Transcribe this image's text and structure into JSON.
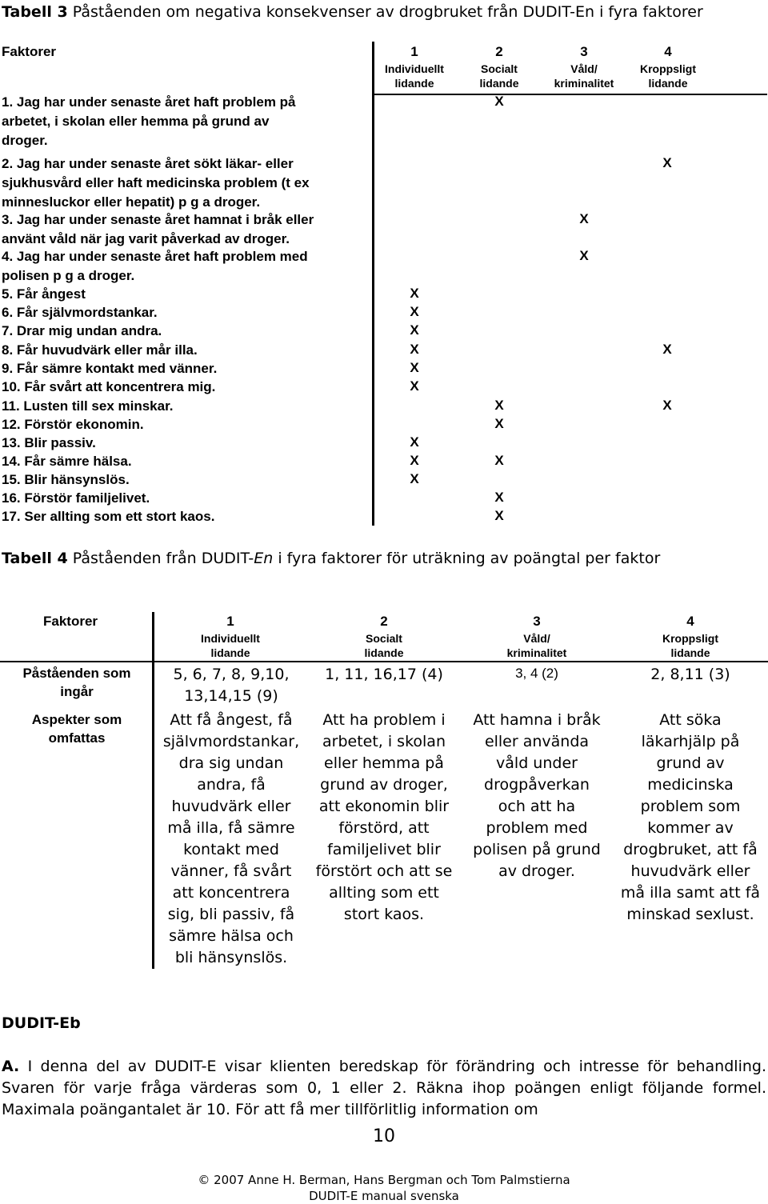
{
  "table3": {
    "caption_label": "Tabell 3",
    "caption_text": "Påståenden om negativa konsekvenser av drogbruket från DUDIT-En i fyra faktorer",
    "faktorer_header": "Faktorer",
    "columns": [
      {
        "num": "1",
        "sub1": "Individuellt",
        "sub2": "lidande"
      },
      {
        "num": "2",
        "sub1": "Socialt",
        "sub2": "lidande"
      },
      {
        "num": "3",
        "sub1": "Våld/",
        "sub2": "kriminalitet"
      },
      {
        "num": "4",
        "sub1": "Kroppsligt",
        "sub2": "lidande"
      }
    ],
    "items": [
      {
        "lines": [
          "1. Jag har under senaste året haft problem på",
          "arbetet, i skolan eller hemma på grund av",
          "droger."
        ],
        "marks": [
          false,
          true,
          false,
          false
        ]
      },
      {
        "lines": [
          "2. Jag har under senaste året sökt läkar- eller",
          "sjukhusvård eller haft medicinska problem (t ex",
          "minnesluckor eller hepatit) p g a droger."
        ],
        "marks": [
          false,
          false,
          false,
          true
        ]
      },
      {
        "lines": [
          "3. Jag har under senaste året hamnat i bråk eller",
          "använt våld när jag varit påverkad av droger."
        ],
        "marks": [
          false,
          false,
          true,
          false
        ]
      },
      {
        "lines": [
          "4. Jag har under senaste året haft problem med",
          "polisen p g a droger."
        ],
        "marks": [
          false,
          false,
          true,
          false
        ]
      },
      {
        "lines": [
          "5. Får ångest"
        ],
        "marks": [
          true,
          false,
          false,
          false
        ]
      },
      {
        "lines": [
          "6. Får självmordstankar."
        ],
        "marks": [
          true,
          false,
          false,
          false
        ]
      },
      {
        "lines": [
          "7. Drar mig undan andra."
        ],
        "marks": [
          true,
          false,
          false,
          false
        ]
      },
      {
        "lines": [
          "8. Får huvudvärk eller mår illa."
        ],
        "marks": [
          true,
          false,
          false,
          true
        ]
      },
      {
        "lines": [
          "9. Får sämre kontakt med vänner."
        ],
        "marks": [
          true,
          false,
          false,
          false
        ]
      },
      {
        "lines": [
          "10. Får svårt att koncentrera mig."
        ],
        "marks": [
          true,
          false,
          false,
          false
        ]
      },
      {
        "lines": [
          "11. Lusten till sex minskar."
        ],
        "marks": [
          false,
          true,
          false,
          true
        ]
      },
      {
        "lines": [
          "12. Förstör ekonomin."
        ],
        "marks": [
          false,
          true,
          false,
          false
        ]
      },
      {
        "lines": [
          "13. Blir passiv."
        ],
        "marks": [
          true,
          false,
          false,
          false
        ]
      },
      {
        "lines": [
          "14. Får sämre hälsa."
        ],
        "marks": [
          true,
          true,
          false,
          false
        ]
      },
      {
        "lines": [
          "15. Blir hänsynslös."
        ],
        "marks": [
          true,
          false,
          false,
          false
        ]
      },
      {
        "lines": [
          "16. Förstör familjelivet."
        ],
        "marks": [
          false,
          true,
          false,
          false
        ]
      },
      {
        "lines": [
          "17. Ser allting som ett stort kaos."
        ],
        "marks": [
          false,
          true,
          false,
          false
        ]
      }
    ],
    "mark_symbol": "X"
  },
  "table4": {
    "caption_label": "Tabell 4",
    "caption_pre": "Påståenden från DUDIT-",
    "caption_italic": "En",
    "caption_post": " i fyra faktorer för uträkning av poängtal per faktor",
    "faktorer_header": "Faktorer",
    "columns": [
      {
        "num": "1",
        "sub1": "Individuellt",
        "sub2": "lidande"
      },
      {
        "num": "2",
        "sub1": "Socialt",
        "sub2": "lidande"
      },
      {
        "num": "3",
        "sub1": "Våld/",
        "sub2": "kriminalitet"
      },
      {
        "num": "4",
        "sub1": "Kroppsligt",
        "sub2": "lidande"
      }
    ],
    "row1_label": [
      "Påståenden som",
      "ingår"
    ],
    "row1_cells": [
      [
        "5, 6, 7, 8, 9,10,",
        "13,14,15 (9)"
      ],
      [
        "1, 11, 16,17 (4)"
      ],
      [
        "3, 4 (2)"
      ],
      [
        "2, 8,11 (3)"
      ]
    ],
    "row2_label": [
      "Aspekter som",
      "omfattas"
    ],
    "row2_cells": [
      [
        "Att få ångest, få",
        "självmordstankar,",
        "dra sig undan",
        "andra, få",
        "huvudvärk eller",
        "må illa, få sämre",
        "kontakt med",
        "vänner, få svårt",
        "att koncentrera",
        "sig, bli passiv, få",
        "sämre hälsa och",
        "bli hänsynslös."
      ],
      [
        "Att ha problem i",
        "arbetet, i skolan",
        "eller hemma på",
        "grund av droger,",
        "att ekonomin blir",
        "förstörd, att",
        "familjelivet blir",
        "förstört och att se",
        "allting som ett",
        "stort kaos."
      ],
      [
        "Att hamna i bråk",
        "eller använda",
        "våld under",
        "drogpåverkan",
        "och att ha",
        "problem med",
        "polisen på grund",
        "av droger."
      ],
      [
        "Att söka",
        "läkarhjälp på",
        "grund av",
        "medicinska",
        "problem som",
        "kommer av",
        "drogbruket, att få",
        "huvudvärk eller",
        "må illa samt att få",
        "minskad sexlust."
      ]
    ]
  },
  "section": {
    "heading": "DUDIT-Eb",
    "para_label": "A.",
    "para_text": " I denna del av DUDIT-E visar klienten beredskap för förändring och intresse för behandling. Svaren för varje fråga värderas som 0, 1 eller 2. Räkna ihop poängen enligt följande formel. Maximala poängantalet är 10. För att få mer tillförlitlig information om"
  },
  "footer": {
    "page_number": "10",
    "copyright": "© 2007 Anne H. Berman, Hans Bergman och Tom Palmstierna",
    "manual": "DUDIT-E manual svenska"
  }
}
